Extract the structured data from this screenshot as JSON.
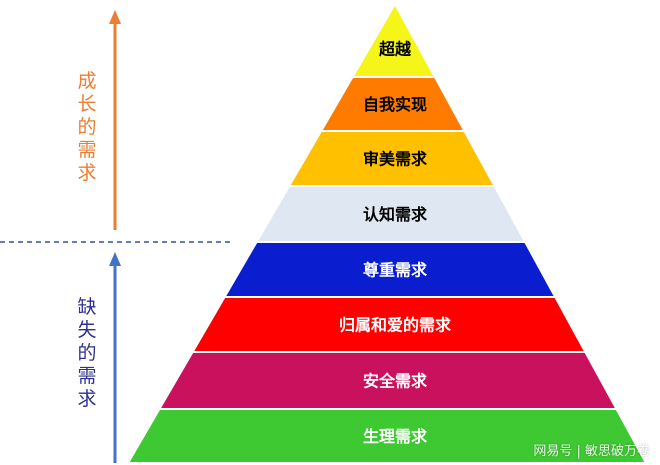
{
  "pyramid": {
    "levels": [
      {
        "label": "超越",
        "color": "#f5f51a",
        "text_color": "#000000"
      },
      {
        "label": "自我实现",
        "color": "#ff7b00",
        "text_color": "#000000"
      },
      {
        "label": "审美需求",
        "color": "#ffc000",
        "text_color": "#000000"
      },
      {
        "label": "认知需求",
        "color": "#dee7f2",
        "text_color": "#000000"
      },
      {
        "label": "尊重需求",
        "color": "#0a1ecf",
        "text_color": "#ffffff"
      },
      {
        "label": "归属和爱的需求",
        "color": "#ff0000",
        "text_color": "#ffffff"
      },
      {
        "label": "安全需求",
        "color": "#c9115d",
        "text_color": "#ffffff"
      },
      {
        "label": "生理需求",
        "color": "#3ec832",
        "text_color": "#ffffff"
      }
    ]
  },
  "growth": {
    "label": "成长的需求",
    "color": "#ed7d31"
  },
  "deficiency": {
    "label": "缺失的需求",
    "color": "#2e3192",
    "arrow_color": "#4472c4"
  },
  "divider": {
    "color": "#2f5597"
  },
  "watermark": {
    "text": "网易号 | 敏思破万卷"
  }
}
